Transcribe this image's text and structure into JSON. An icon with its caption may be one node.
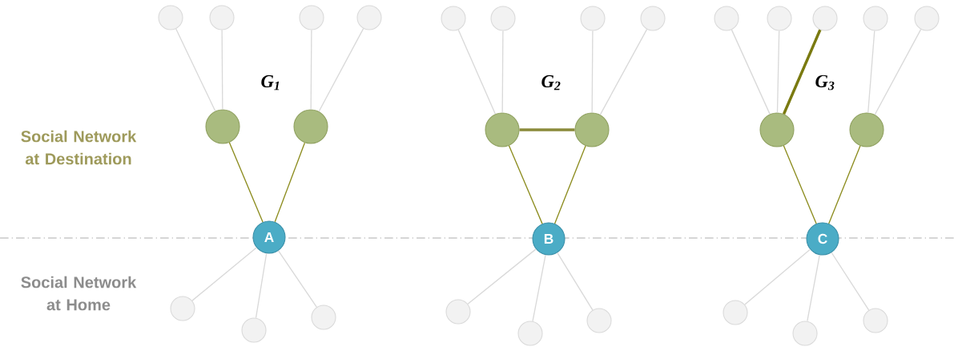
{
  "diagram": {
    "nodes": [
      {
        "text": [],
        "shape": "circle"
      },
      {
        "text": [],
        "shape": "circle"
      },
      {
        "text": [],
        "shape": "circle"
      },
      {
        "text": [],
        "shape": "circle"
      },
      {
        "text": [],
        "shape": "circle"
      },
      {
        "text": [],
        "shape": "circle"
      },
      {
        "text": [
          "A"
        ]
      },
      {
        "text": [],
        "shape": "circle"
      },
      {
        "text": [],
        "shape": "circle"
      },
      {
        "text": [],
        "shape": "circle"
      },
      {
        "text": [],
        "shape": "circle"
      },
      {
        "text": [],
        "shape": "circle"
      },
      {
        "text": [],
        "shape": "circle"
      },
      {
        "text": [],
        "shape": "circle"
      },
      {
        "text": [],
        "shape": "circle"
      },
      {
        "text": [],
        "shape": "circle"
      },
      {
        "text": [
          "B"
        ]
      },
      {
        "text": [],
        "shape": "circle"
      },
      {
        "text": [],
        "shape": "circle"
      },
      {
        "text": [],
        "shape": "circle"
      },
      {
        "text": [],
        "shape": "circle"
      },
      {
        "text": [],
        "shape": "circle"
      },
      {
        "text": [],
        "shape": "circle"
      },
      {
        "text": [],
        "shape": "circle"
      },
      {
        "text": [],
        "shape": "circle"
      },
      {
        "text": [],
        "shape": "circle"
      },
      {
        "text": [],
        "shape": "circle"
      },
      {
        "text": [
          "C"
        ]
      },
      {
        "text": [],
        "shape": "circle"
      },
      {
        "text": [],
        "shape": "circle"
      },
      {
        "text": [],
        "shape": "circle"
      }
    ],
    "edges": [
      {
        "from": 4,
        "to": 0,
        "arrow": "none"
      },
      {
        "from": 4,
        "to": 1,
        "arrow": "none"
      },
      {
        "from": 5,
        "to": 2,
        "arrow": "none"
      },
      {
        "from": 5,
        "to": 3,
        "arrow": "none"
      },
      {
        "from": 6,
        "to": 4,
        "arrow": "none",
        "color": "#8c8c1e"
      },
      {
        "from": 6,
        "to": 5,
        "arrow": "none",
        "color": "#8c8c1e"
      },
      {
        "from": 6,
        "to": 7,
        "arrow": "none"
      },
      {
        "from": 6,
        "to": 8,
        "arrow": "none"
      },
      {
        "from": 6,
        "to": 9,
        "arrow": "none"
      },
      {
        "from": 14,
        "to": 10,
        "arrow": "none"
      },
      {
        "from": 14,
        "to": 11,
        "arrow": "none"
      },
      {
        "from": 15,
        "to": 12,
        "arrow": "none"
      },
      {
        "from": 15,
        "to": 13,
        "arrow": "none"
      },
      {
        "from": 14,
        "to": 15,
        "arrow": "none",
        "style": "thick",
        "color": "#8a8a3a"
      },
      {
        "from": 16,
        "to": 14,
        "arrow": "none",
        "color": "#8c8c1e"
      },
      {
        "from": 16,
        "to": 15,
        "arrow": "none",
        "color": "#8c8c1e"
      },
      {
        "from": 16,
        "to": 17,
        "arrow": "none"
      },
      {
        "from": 16,
        "to": 18,
        "arrow": "none"
      },
      {
        "from": 16,
        "to": 19,
        "arrow": "none"
      },
      {
        "from": 25,
        "to": 20,
        "arrow": "none"
      },
      {
        "from": 25,
        "to": 21,
        "arrow": "none"
      },
      {
        "from": 25,
        "to": 22,
        "arrow": "none",
        "style": "thick",
        "color": "#7a7a10"
      },
      {
        "from": 26,
        "to": 23,
        "arrow": "none"
      },
      {
        "from": 26,
        "to": 24,
        "arrow": "none"
      },
      {
        "from": 27,
        "to": 25,
        "arrow": "none",
        "color": "#8c8c1e"
      },
      {
        "from": 27,
        "to": 26,
        "arrow": "none",
        "color": "#8c8c1e"
      },
      {
        "from": 27,
        "to": 28,
        "arrow": "none"
      },
      {
        "from": 27,
        "to": 29,
        "arrow": "none"
      },
      {
        "from": 27,
        "to": 30,
        "arrow": "none"
      }
    ],
    "labels": [
      "G$_{1}$",
      "G$_{2}$",
      "G$_{3}$",
      "Social Network at Destination",
      "Social Network at Home"
    ]
  }
}
